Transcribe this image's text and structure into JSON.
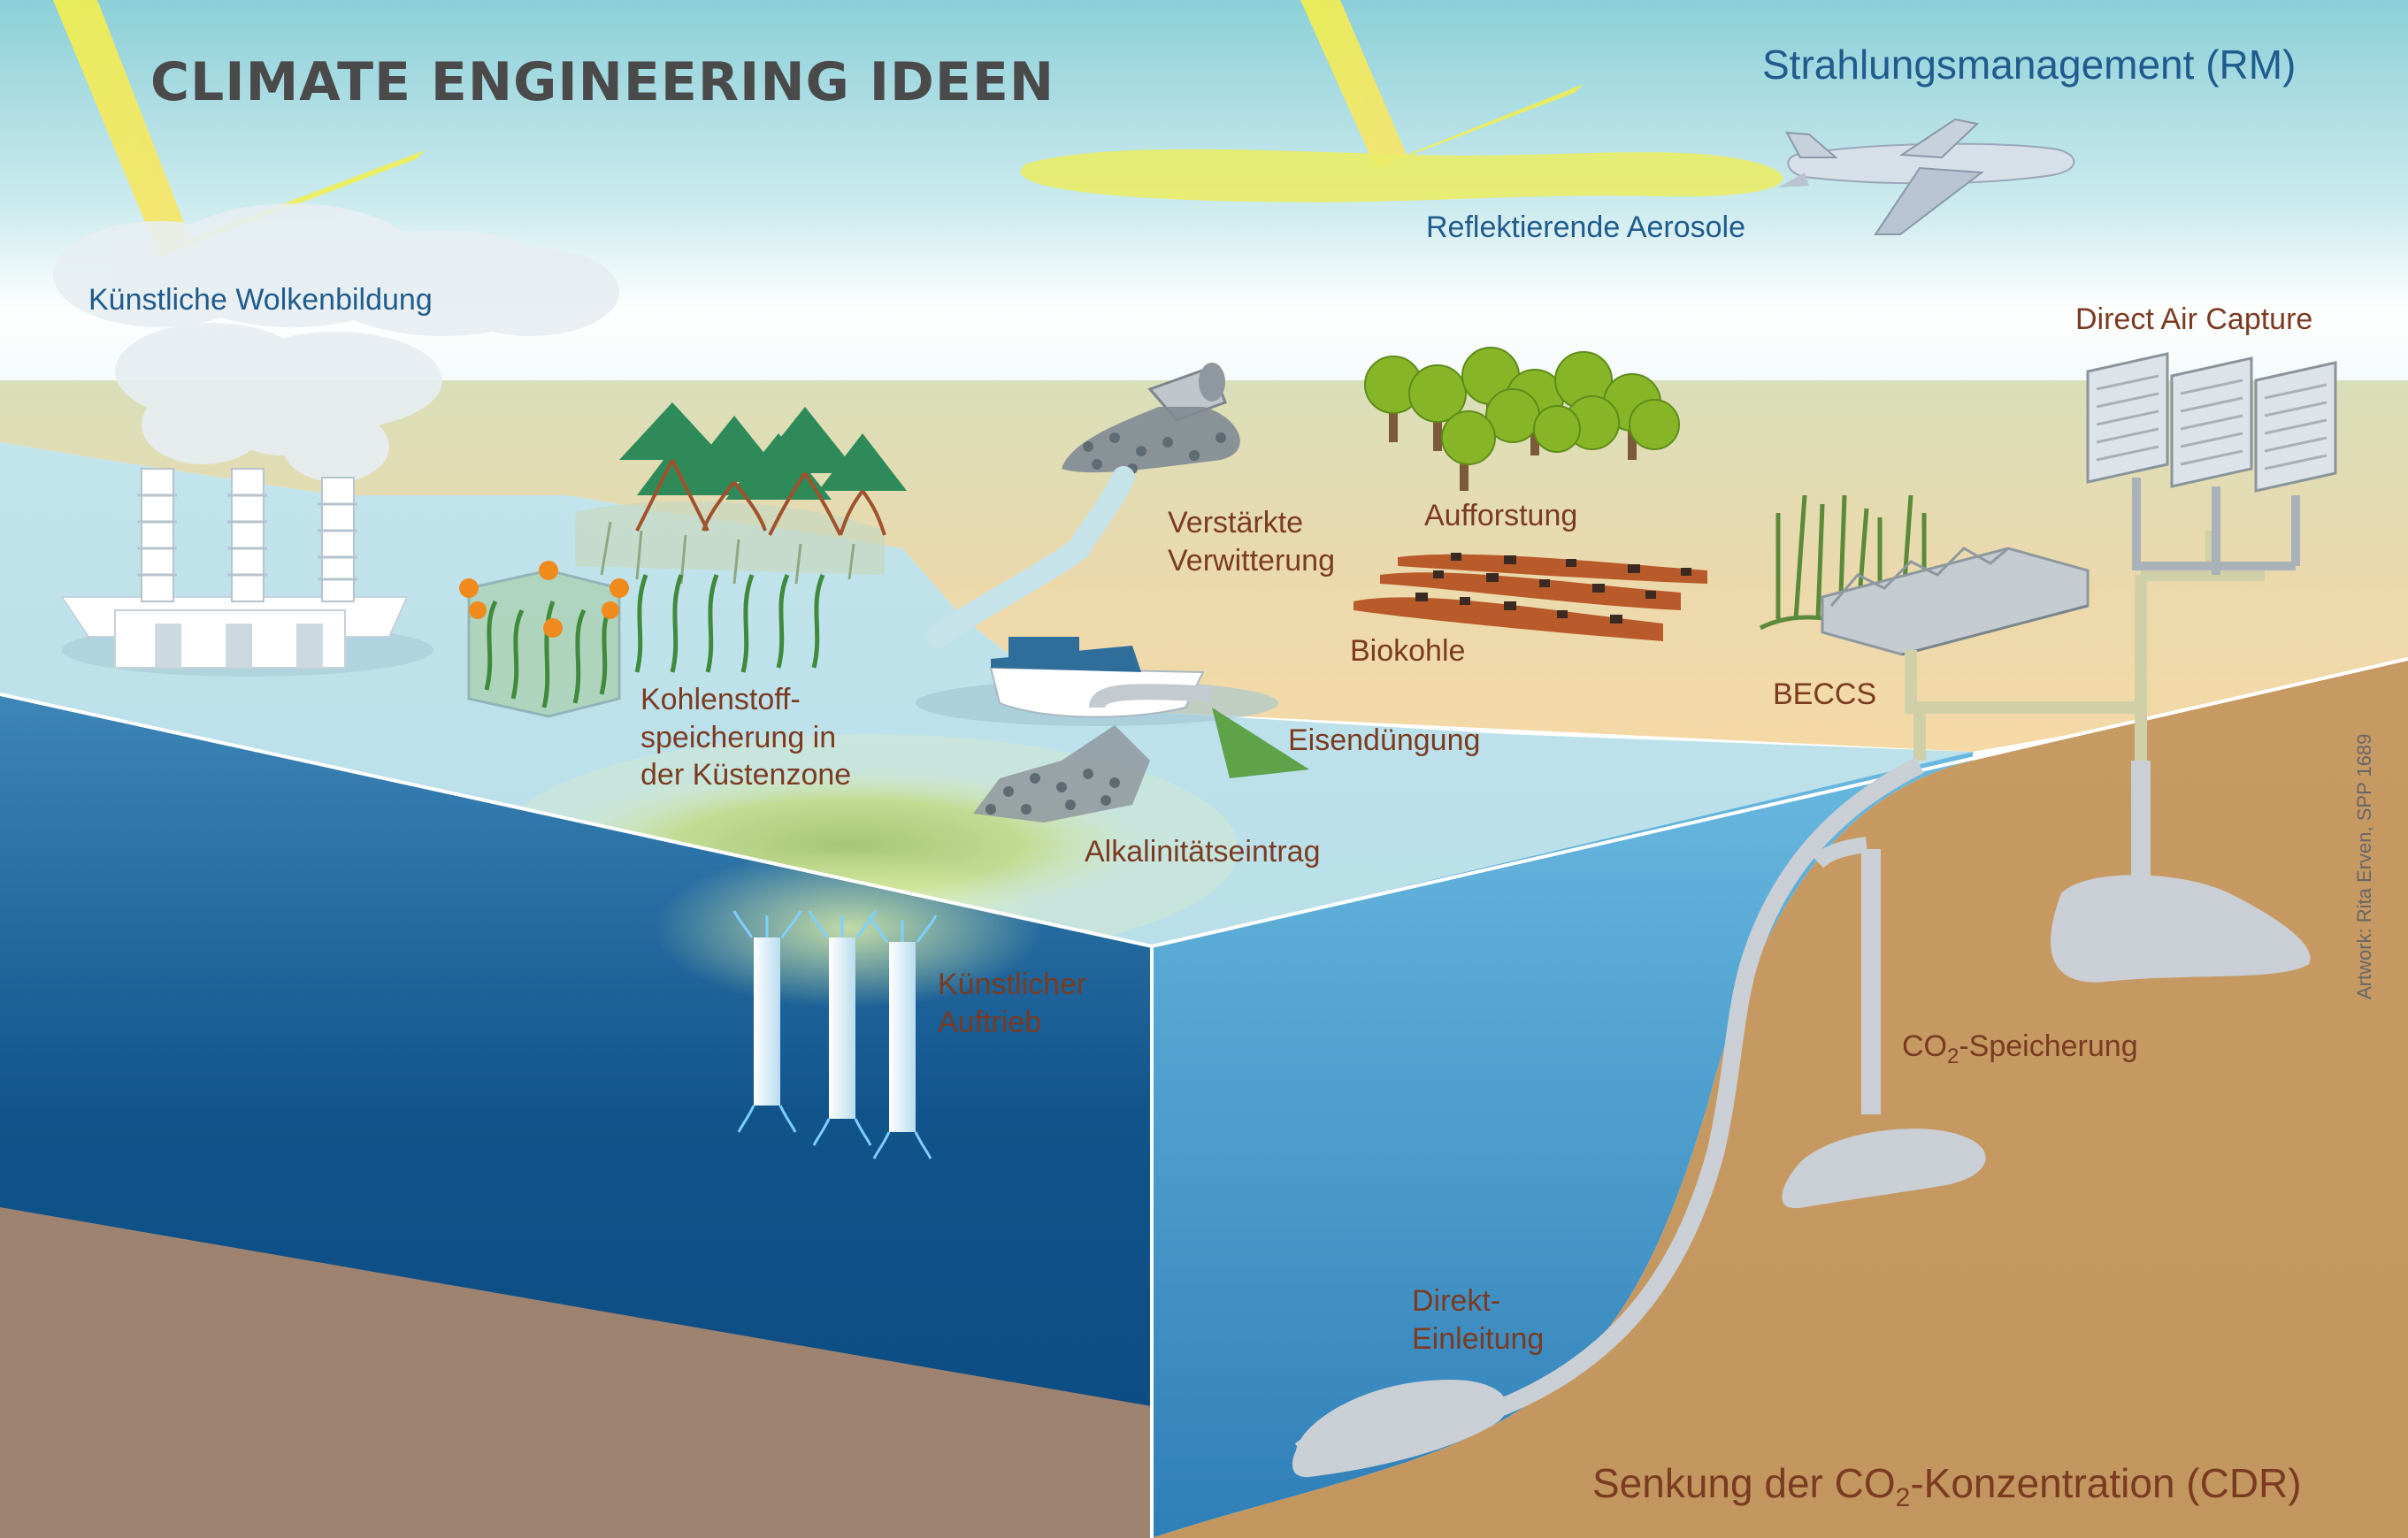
{
  "title": "CLIMATE ENGINEERING IDEEN",
  "rm_header": "Strahlungsmanagement (RM)",
  "cdr_header": {
    "prefix": "Senkung der CO",
    "sub": "2",
    "suffix": "-Konzentration (CDR)"
  },
  "credit": "Artwork: Rita Erven, SPP 1689",
  "labels": {
    "wolkenbildung": "Künstliche Wolkenbildung",
    "aerosole": "Reflektierende Aerosole",
    "direct_air_capture": "Direct  Air Capture",
    "kohlenstoff_line1": "Kohlenstoff-",
    "kohlenstoff_line2": "speicherung in",
    "kohlenstoff_line3": "der Küstenzone",
    "verwitterung_line1": "Verstärkte",
    "verwitterung_line2": "Verwitterung",
    "aufforstung": "Aufforstung",
    "biokohle": "Biokohle",
    "beccs": "BECCS",
    "eisenduengung": "Eisendüngung",
    "alkalinitaet": "Alkalinitätseintrag",
    "auftrieb_line1": "Künstlicher",
    "auftrieb_line2": "Auftrieb",
    "speicherung_prefix": "CO",
    "speicherung_sub": "2",
    "speicherung_suffix": "-Speicherung",
    "direkt_line1": "Direkt-",
    "direkt_line2": "Einleitung"
  },
  "colors": {
    "rm_text": "#1f5b8c",
    "cdr_text": "#7a3b21",
    "sky": "#8fcfd9",
    "sea_surface": "#c8e6ee",
    "land": "#f1d9a6",
    "ocean_deep": "#0f5189",
    "soil": "#c89a62",
    "seabed": "#9f8371",
    "aerosol": "#e8eb6a"
  },
  "icons": [
    "sun-ray-left-icon",
    "sun-ray-right-icon",
    "airplane-icon",
    "aerosol-cloud-icon",
    "cloud-ship-icon",
    "mangrove-trees-icon",
    "seaweed-cage-icon",
    "rock-bucket-icon",
    "forest-icon",
    "biochar-rows-icon",
    "beccs-plant-icon",
    "dac-panels-icon",
    "fertilizer-ship-icon",
    "upwelling-pipes-icon",
    "co2-reservoir-icon",
    "injection-pipe-icon"
  ]
}
